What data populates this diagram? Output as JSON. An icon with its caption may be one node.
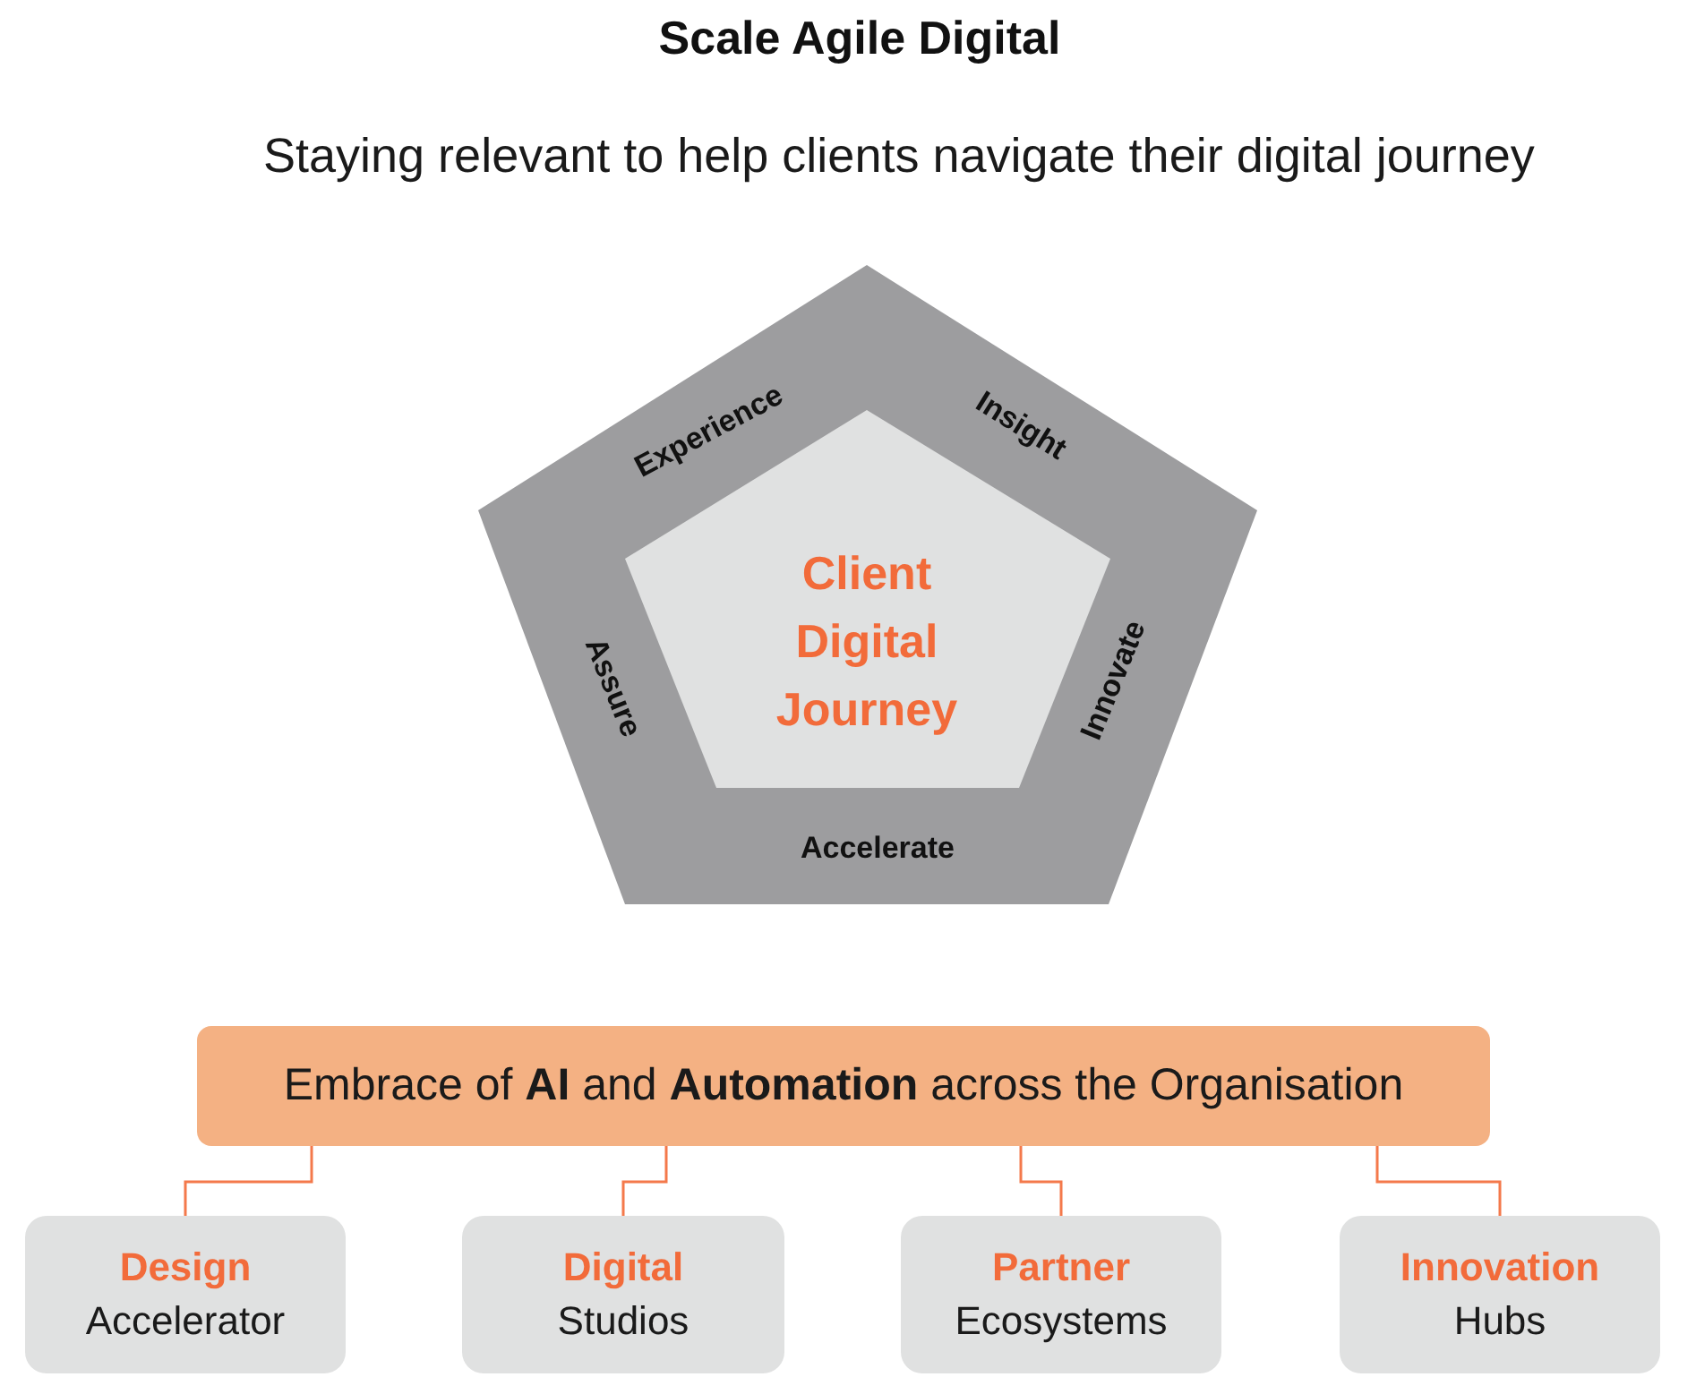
{
  "diagram": {
    "title": "**Scale** Agile Digital",
    "nodes": [
      {
        "text": [
          "Experience",
          "Insight",
          "Innovate",
          "Accelerate",
          "Assure"
        ]
      },
      {
        "text": [
          "Client Digital Journey"
        ],
        "in": 0
      },
      {
        "text": [
          "Embrace of **AI** and **Automation** across the Organisation"
        ]
      },
      {
        "text": [
          "Design",
          "Accelerator"
        ]
      },
      {
        "text": [
          "Digital",
          "Studios"
        ]
      },
      {
        "text": [
          "Partner",
          "Ecosystems"
        ]
      },
      {
        "text": [
          "Innovation",
          "Hubs"
        ]
      }
    ],
    "edges": [
      {
        "from": 2,
        "to": 3,
        "arrow": "none"
      },
      {
        "from": 2,
        "to": 4,
        "arrow": "none"
      },
      {
        "from": 2,
        "to": 5,
        "arrow": "none"
      },
      {
        "from": 2,
        "to": 6,
        "arrow": "none"
      }
    ],
    "labels": [
      "Staying relevant to help clients navigate their digital journey"
    ]
  }
}
